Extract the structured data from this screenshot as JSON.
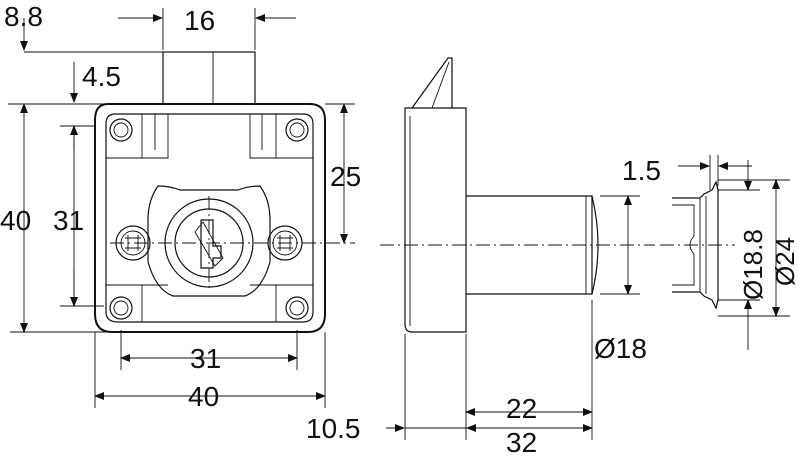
{
  "dimensions": {
    "top_offset": "8.8",
    "top_width": "16",
    "small_offset": "4.5",
    "vertical_inner": "25",
    "left_outer": "40",
    "left_inner": "31",
    "bottom_inner": "31",
    "bottom_outer": "40",
    "body_depth": "22",
    "flange_thickness": "10.5",
    "total_depth": "32",
    "cylinder_diameter": "Ø18",
    "rosette_thickness": "1.5",
    "rosette_inner_diameter": "Ø18.8",
    "rosette_outer_diameter": "Ø24"
  },
  "colors": {
    "stroke": "#111111",
    "background": "#ffffff"
  }
}
